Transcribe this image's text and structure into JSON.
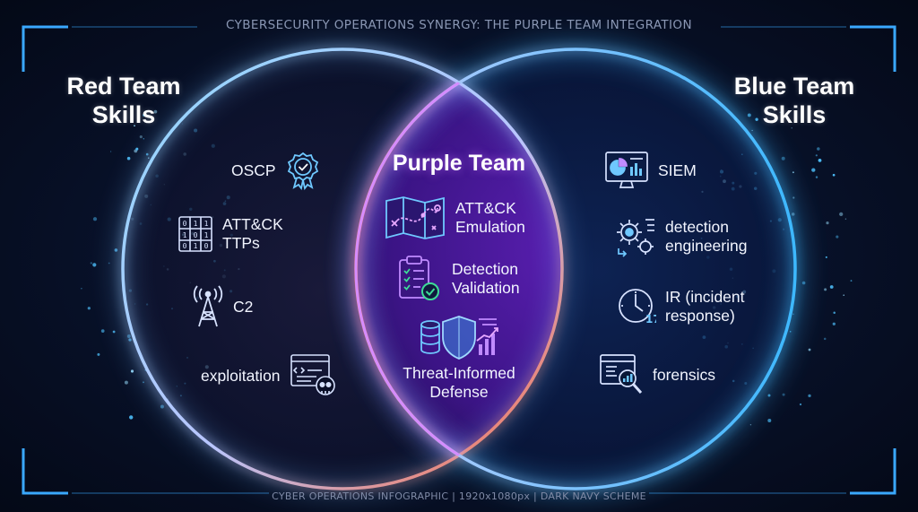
{
  "title": "CYBERSECURITY OPERATIONS SYNERGY: THE PURPLE TEAM INTEGRATION",
  "footer": "CYBER OPERATIONS INFOGRAPHIC | 1920x1080px | DARK NAVY SCHEME",
  "colors": {
    "background": "#050b1e",
    "red_ring": "#ff6a3d",
    "blue_ring": "#3db8ff",
    "purple_fill": "#8a3de0",
    "icon_blue": "#6fc8ff",
    "icon_purple": "#c08bff",
    "icon_green": "#3ddc97"
  },
  "red_team": {
    "title_lines": [
      "Red Team",
      "Skills"
    ],
    "items": [
      {
        "lines": [
          "OSCP"
        ],
        "icon": "badge-icon"
      },
      {
        "lines": [
          "ATT&CK",
          "TTPs"
        ],
        "icon": "matrix-icon"
      },
      {
        "lines": [
          "C2"
        ],
        "icon": "antenna-tower-icon"
      },
      {
        "lines": [
          "exploitation"
        ],
        "icon": "code-skull-icon"
      }
    ]
  },
  "purple_team": {
    "title": "Purple Team",
    "items": [
      {
        "lines": [
          "ATT&CK",
          "Emulation"
        ],
        "icon": "attack-map-icon"
      },
      {
        "lines": [
          "Detection",
          "Validation"
        ],
        "icon": "checklist-clipboard-icon"
      },
      {
        "lines": [
          "Threat-Informed",
          "Defense"
        ],
        "icon": "shield-database-chart-icon"
      }
    ]
  },
  "blue_team": {
    "title_lines": [
      "Blue Team",
      "Skills"
    ],
    "items": [
      {
        "lines": [
          "SIEM"
        ],
        "icon": "monitor-dashboard-icon"
      },
      {
        "lines": [
          "detection",
          "engineering"
        ],
        "icon": "gears-icon"
      },
      {
        "lines": [
          "IR (incident",
          "response)"
        ],
        "icon": "clock-icon"
      },
      {
        "lines": [
          "forensics"
        ],
        "icon": "magnifier-document-icon"
      }
    ]
  }
}
